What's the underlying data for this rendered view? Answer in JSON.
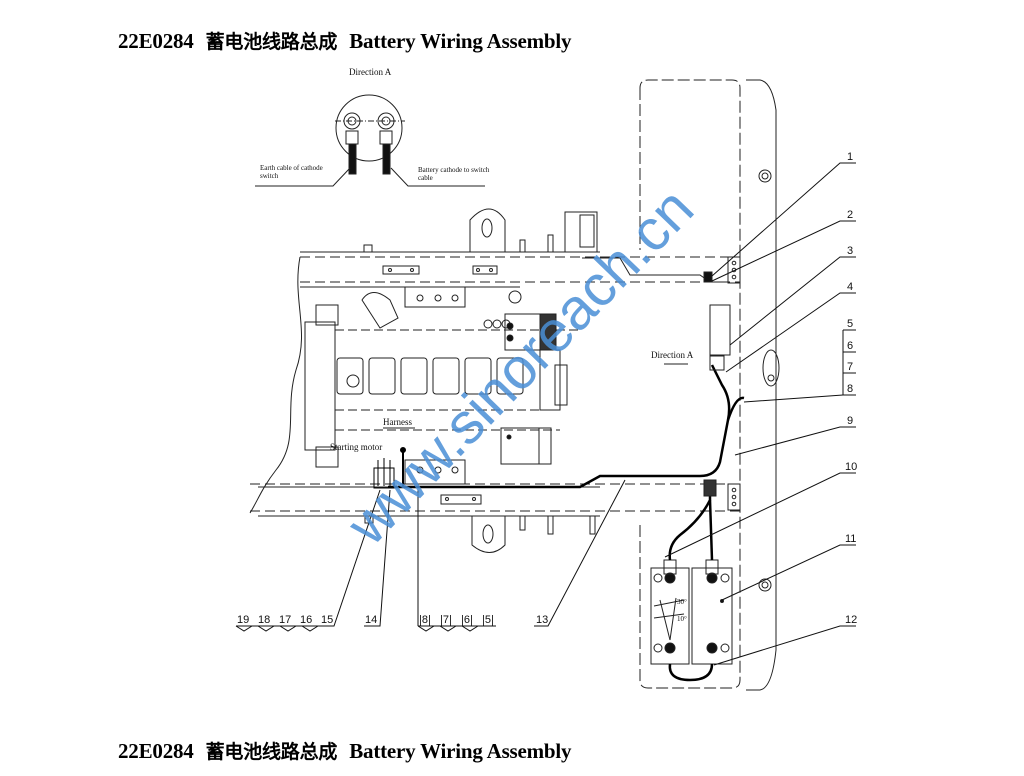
{
  "title": {
    "code": "22E0284",
    "chinese": "蓄电池线路总成",
    "english": "Battery Wiring Assembly"
  },
  "footer_title": {
    "code": "22E0284",
    "chinese": "蓄电池线路总成",
    "english": "Battery Wiring Assembly"
  },
  "inset": {
    "heading": "Direction A",
    "left_label_line1": "Earth cable of cathode",
    "left_label_line2": "switch",
    "right_label_line1": "Battery  cathode  to  switch",
    "right_label_line2": "cable"
  },
  "annotations": {
    "direction_a": "Direction A",
    "harness": "Harness",
    "starting_motor": "Starting motor",
    "angle_upper": "30°",
    "angle_lower": "10°"
  },
  "callouts_right": [
    "1",
    "2",
    "3",
    "4",
    "5",
    "6",
    "7",
    "8",
    "9",
    "10",
    "11",
    "12"
  ],
  "callouts_bottom": {
    "group_left": [
      "19",
      "18",
      "17",
      "16",
      "15"
    ],
    "single_14": "14",
    "group_mid": [
      "|8|",
      "|7|",
      "|6|",
      "|5|"
    ],
    "single_13": "13"
  },
  "watermark": "www.sinoreach.cn"
}
